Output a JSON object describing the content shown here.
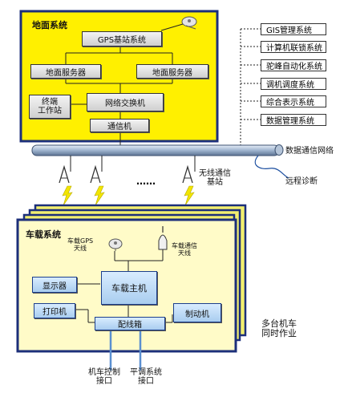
{
  "ground": {
    "title": "地面系统",
    "gps_station": "GPS基站系统",
    "server_left": "地面服务器",
    "server_right": "地面服务器",
    "workstation": "终端\n工作站",
    "switch": "网络交换机",
    "comm": "通信机"
  },
  "systems": [
    "GIS管理系统",
    "计算机联锁系统",
    "驼峰自动化系统",
    "调机调度系统",
    "综合表示系统",
    "数据管理系统"
  ],
  "network": {
    "label": "数据通信网络",
    "remote": "远程诊断",
    "base_station": "无线通信\n基站",
    "dots": "……"
  },
  "vehicle": {
    "title": "车载系统",
    "gps_antenna": "车载GPS\n天线",
    "comm_antenna": "车载通信\n天线",
    "display": "显示器",
    "host": "车载主机",
    "printer": "打印机",
    "brake": "制动机",
    "junction": "配线箱",
    "multi": "多台机车\n同时作业",
    "interface_left": "机车控制\n接口",
    "interface_right": "平调系统\n接口"
  },
  "colors": {
    "yellow": "#fff000",
    "navy": "#1c2f7a",
    "cream": "#fffbc8",
    "accent_yellow": "#f2e600"
  }
}
